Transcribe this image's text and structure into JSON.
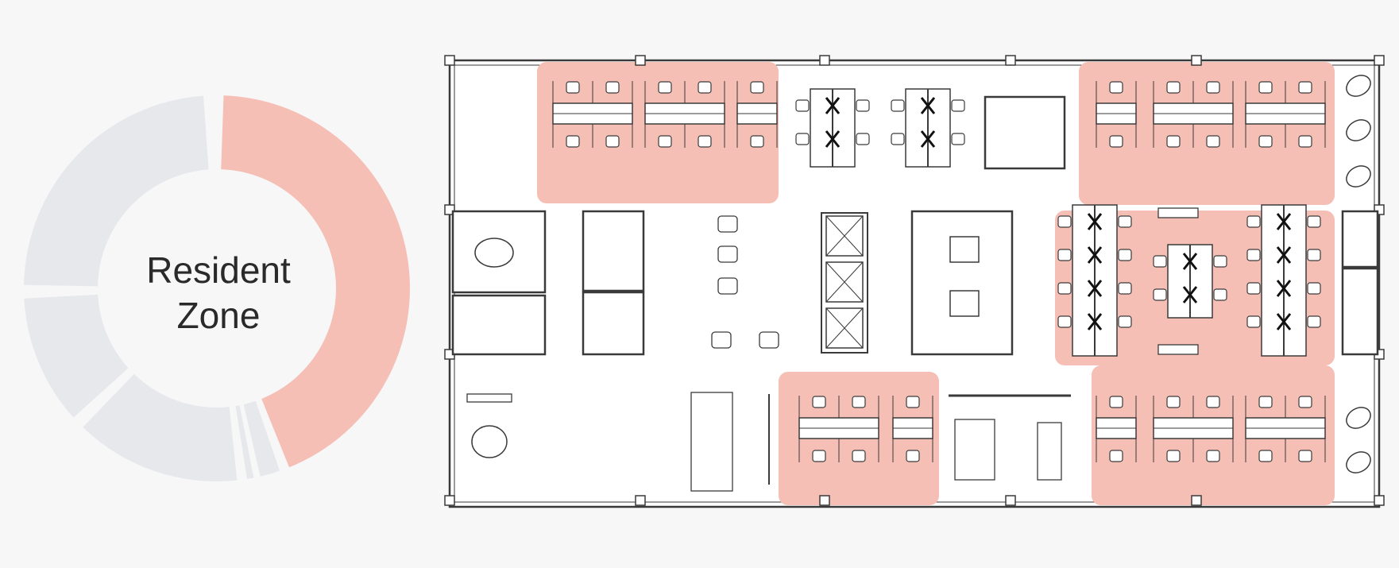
{
  "zone_label": {
    "line1": "Resident",
    "line2": "Zone"
  },
  "colors": {
    "resident_highlight": "#f5bfb5",
    "inactive_segment": "#e6e8ec",
    "background": "#f7f7f8",
    "plan_line": "#3a3a3a",
    "plan_floor": "#ffffff"
  },
  "donut": {
    "segments": [
      {
        "key": "resident",
        "highlighted": true
      },
      {
        "key": "thin-a",
        "highlighted": false
      },
      {
        "key": "thin-b",
        "highlighted": false
      },
      {
        "key": "lower-left",
        "highlighted": false
      },
      {
        "key": "left",
        "highlighted": false
      },
      {
        "key": "upper-left",
        "highlighted": false
      }
    ]
  }
}
